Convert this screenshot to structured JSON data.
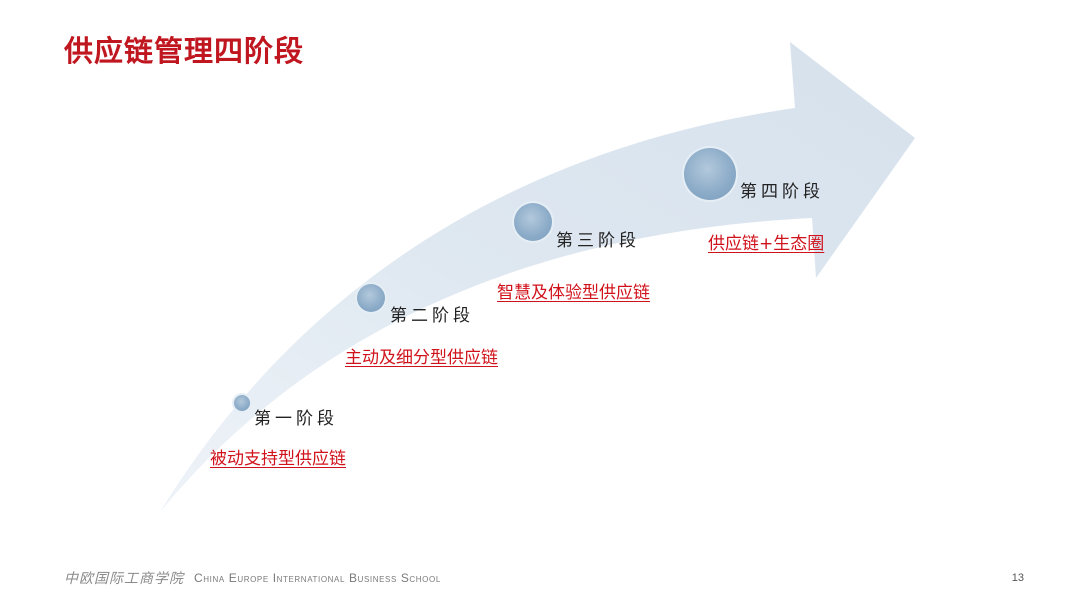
{
  "slide": {
    "title": "供应链管理四阶段",
    "stages": [
      {
        "label": "第一阶段",
        "description": "被动支持型供应链"
      },
      {
        "label": "第二阶段",
        "description": "主动及细分型供应链"
      },
      {
        "label": "第三阶段",
        "description": "智慧及体验型供应链"
      },
      {
        "label": "第四阶段",
        "description": "供应链+生态圈"
      }
    ],
    "footer": {
      "school_cn": "中欧国际工商学院",
      "school_en": "China Europe International Business School",
      "page_number": "13"
    }
  },
  "colors": {
    "title": "#c0161f",
    "description": "#d0121b",
    "arrow": "#dde6ef",
    "node": "#8aaac7"
  }
}
